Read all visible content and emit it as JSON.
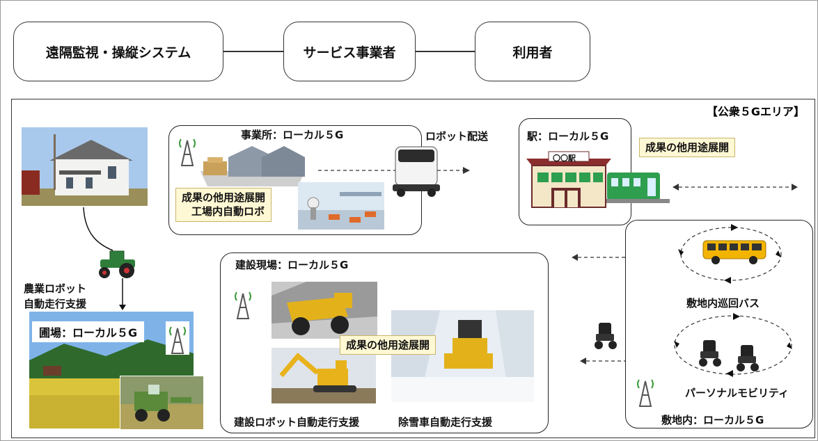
{
  "top": {
    "remote_system": "遠隔監視・操縦システム",
    "service_provider": "サービス事業者",
    "user": "利用者"
  },
  "public_area": {
    "label": "【公衆５Gエリア】"
  },
  "office": {
    "title": "事業所：ローカル５G",
    "note_line1": "成果の他用途展開",
    "note_line2": "工場内自動ロボ"
  },
  "robot_delivery": {
    "label": "ロボット配送"
  },
  "station": {
    "title": "駅：ローカル５G",
    "sign": "〇〇駅",
    "note": "成果の他用途展開"
  },
  "farm": {
    "robot_label_line1": "農業ロボット",
    "robot_label_line2": "自動走行支援",
    "field_label": "圃場：ローカル５G"
  },
  "construction": {
    "title": "建設現場：ローカル５G",
    "note": "成果の他用途展開",
    "caption_left": "建設ロボット自動走行支援",
    "caption_right": "除雪車自動走行支援"
  },
  "campus": {
    "bus_label": "敷地内巡回バス",
    "mobility_label": "パーソナルモビリティ",
    "title": "敷地内：ローカル５G"
  },
  "colors": {
    "note_bg": "#fff8d4",
    "bus": "#f2b400",
    "train": "#2e9e4f",
    "tractor": "#2f7d3a"
  }
}
